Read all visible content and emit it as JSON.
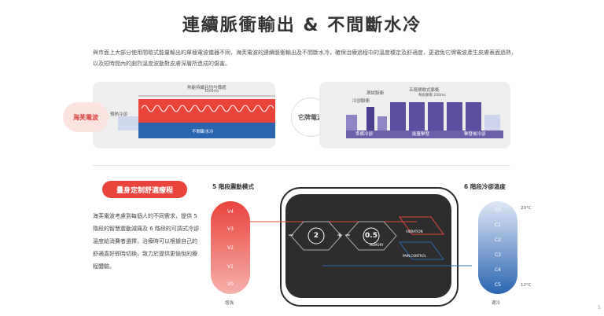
{
  "title": "連續脈衝輸出 & 不間斷水冷",
  "intro": "與市面上大部分使用間歇式能量輸出的單極電波儀器不同，海芙電波的連續脈衝輸出及不間斷水冷，確保治療過程中的溫度穩定及舒適度，更避免它牌電波產生皮膚表面過熱，以及短時間內的劇烈溫度波動對皮膚深層所造成的傷害。",
  "left_panel": {
    "badge": "海芙電波",
    "top_label": "熱能持續且均勻傳遞",
    "top_sub": "1000ms",
    "precool": "預熱冷卻",
    "bottom_label": "不間斷水冷"
  },
  "right_panel": {
    "badge": "它牌電波",
    "test_label": "測試脈衝",
    "precool_label": "冷卻脈衝",
    "five_label": "五段間歇式脈衝",
    "five_sub": "每段脈衝 200ms",
    "bottom_labels": [
      "準備冷卻",
      "能量擊發",
      "擊發後冷卻"
    ]
  },
  "pill": "量身定制舒適療程",
  "description": "海芙電波考慮到每個人的不同需求，提供 5 階段的智慧震動減痛及 6 階段的可調式冷卻溫度給消費者選擇，治療時可以根據自己的舒適喜好即時切換，致力於提供更愉悅的療程體驗。",
  "vibration": {
    "title": "5 階段震動模式",
    "levels": [
      "V4",
      "V3",
      "V2",
      "V1",
      "V0"
    ],
    "bottom_label": "增強"
  },
  "cooling": {
    "title": "6 階段冷卻溫度",
    "levels": [
      "C0",
      "C1",
      "C2",
      "C3",
      "C4",
      "C5"
    ],
    "top_temp": "20°C",
    "bottom_temp": "12°C",
    "bottom_label": "適冷"
  },
  "device": {
    "left_value": "2",
    "right_value": "0.5",
    "minus1": "−",
    "plus1": "+",
    "minus2": "−",
    "memory": "MEMORY",
    "vibration": "VIBRATION",
    "pain_control": "PAIN CONTROL"
  },
  "page_number": "5",
  "colors": {
    "red": "#e8443c",
    "blue": "#2b65b0",
    "purple": "#6c5fa8"
  }
}
